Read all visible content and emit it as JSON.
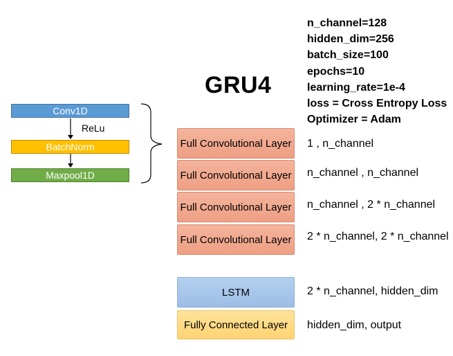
{
  "title": "GRU4",
  "params": [
    "n_channel=128",
    "hidden_dim=256",
    "batch_size=100",
    "epochs=10",
    "learning_rate=1e-4",
    "loss = Cross Entropy Loss",
    "Optimizer = Adam"
  ],
  "block_detail": {
    "conv": "Conv1D",
    "activation": "ReLu",
    "norm": "BatchNorm",
    "pool": "Maxpool1D"
  },
  "layers": [
    {
      "label": "Full Convolutional Layer",
      "dims": "1 , n_channel"
    },
    {
      "label": "Full Convolutional Layer",
      "dims": "n_channel , n_channel"
    },
    {
      "label": "Full Convolutional Layer",
      "dims": "n_channel , 2 * n_channel"
    },
    {
      "label": "Full Convolutional Layer",
      "dims": "2 * n_channel, 2 * n_channel"
    },
    {
      "label": "LSTM",
      "dims": "2 * n_channel, hidden_dim"
    },
    {
      "label": "Fully Connected Layer",
      "dims": "hidden_dim, output"
    }
  ],
  "colors": {
    "conv1d": "#5b9bd5",
    "batchnorm": "#ffc000",
    "maxpool": "#70ad47",
    "conv_layer": "#f4b49c",
    "lstm": "#a9c7ea",
    "fc": "#ffdc8a"
  }
}
